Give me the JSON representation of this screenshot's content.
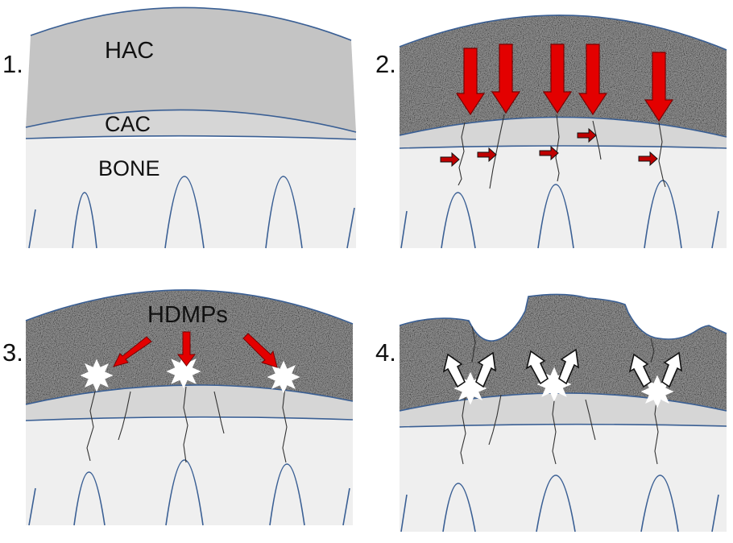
{
  "panels": [
    {
      "number": "1.",
      "labels": {
        "hac": "HAC",
        "cac": "CAC",
        "bone": "BONE"
      }
    },
    {
      "number": "2."
    },
    {
      "number": "3.",
      "labels": {
        "hdmps": "HDMPs"
      }
    },
    {
      "number": "4."
    }
  ],
  "colors": {
    "hac_plain": "#c4c4c4",
    "hac_textured": "#8f8f8f",
    "cac": "#d6d6d6",
    "bone": "#efefef",
    "outline": "#3a5f94",
    "arrow_red": "#e30000",
    "crack": "#333333"
  },
  "icons": [
    "load-arrow-icon",
    "shear-arrow-icon",
    "hdmp-icon",
    "release-arrow-icon"
  ]
}
